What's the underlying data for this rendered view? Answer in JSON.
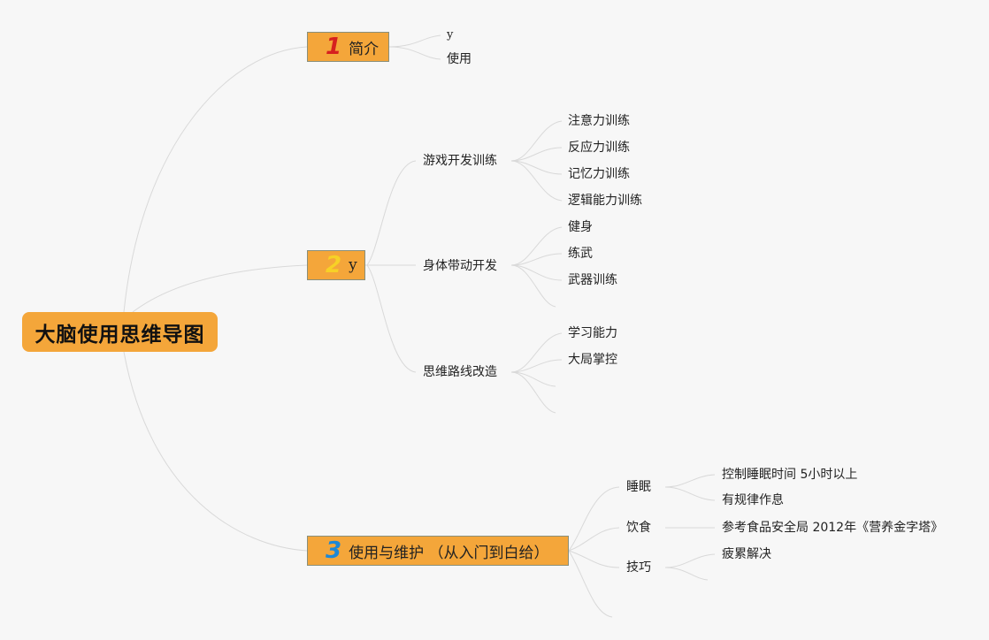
{
  "title": "大脑使用思维导图",
  "branches": [
    {
      "number": "1",
      "label": "简介",
      "children": [
        "y",
        "使用"
      ]
    },
    {
      "number": "2",
      "label": "y",
      "children": [
        {
          "label": "游戏开发训练",
          "children": [
            "注意力训练",
            "反应力训练",
            "记忆力训练",
            "逻辑能力训练"
          ]
        },
        {
          "label": "身体带动开发",
          "children": [
            "健身",
            "练武",
            "武器训练",
            ""
          ]
        },
        {
          "label": "思维路线改造",
          "children": [
            "学习能力",
            "大局掌控",
            "",
            ""
          ]
        }
      ]
    },
    {
      "number": "3",
      "label": "使用与维护 （从入门到白给）",
      "children": [
        {
          "label": "睡眠",
          "children": [
            "控制睡眠时间 5小时以上",
            "有规律作息"
          ]
        },
        {
          "label": "饮食",
          "children": [
            "参考食品安全局 2012年《营养金字塔》"
          ]
        },
        {
          "label": "技巧",
          "children": [
            "疲累解决",
            ""
          ]
        },
        {
          "label": "",
          "children": []
        }
      ]
    }
  ],
  "colors": {
    "background": "#f7f7f7",
    "node_fill": "#f4a63a",
    "edge": "#d9d9d9",
    "num1": "#d6201f",
    "num2": "#f7d126",
    "num3": "#1e88d6"
  }
}
